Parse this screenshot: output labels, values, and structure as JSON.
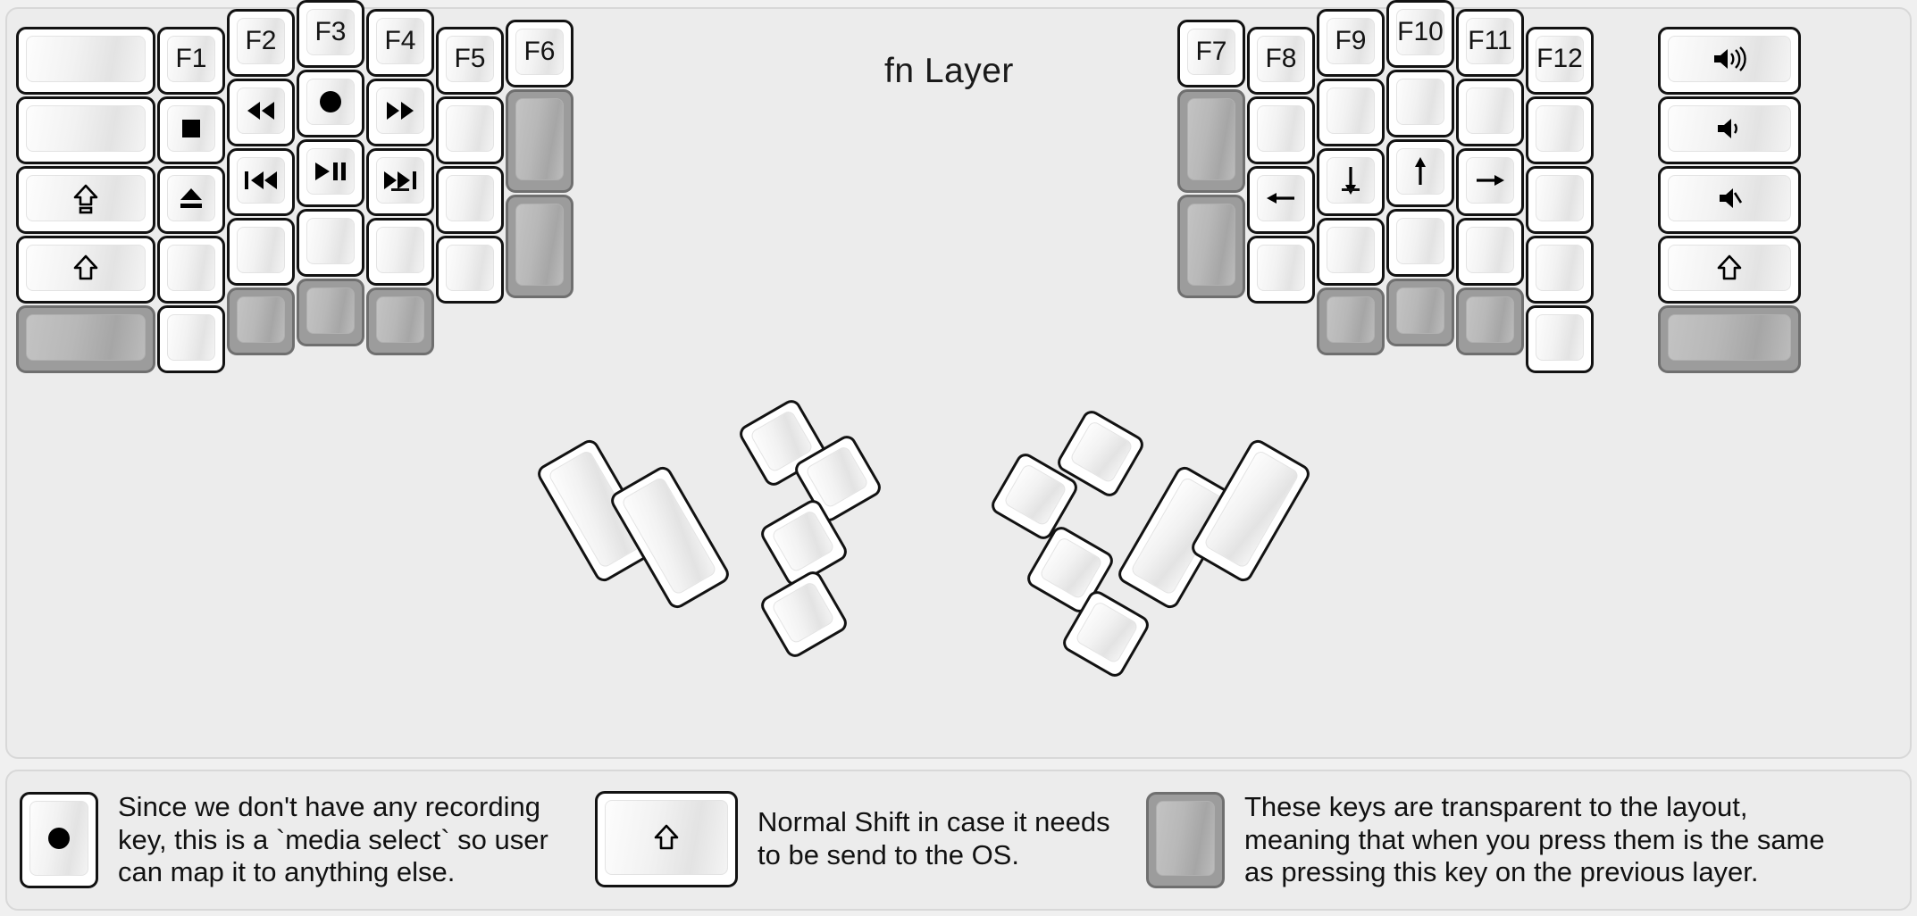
{
  "title": "fn Layer",
  "colors": {
    "background": "#f0f0f0",
    "panel": "#ececec",
    "key_face": "#ffffff",
    "key_outline": "#121212",
    "transparent_key": "#9c9c9c",
    "transparent_outline": "#6f6f6f",
    "text": "#111111"
  },
  "left_half": {
    "name": "left-keyboard-half",
    "columns": [
      {
        "name": "col-pinky-outer",
        "keys": [
          {
            "label": "",
            "icon": "",
            "type": "normal"
          },
          {
            "label": "",
            "icon": "",
            "type": "normal"
          },
          {
            "label": "",
            "icon": "caps-lock-icon",
            "type": "normal"
          },
          {
            "label": "",
            "icon": "shift-icon",
            "type": "normal"
          },
          {
            "label": "",
            "icon": "",
            "type": "transparent"
          }
        ]
      },
      {
        "name": "col-pinky",
        "keys": [
          {
            "label": "F1",
            "icon": "",
            "type": "normal"
          },
          {
            "label": "",
            "icon": "media-stop-icon",
            "type": "normal"
          },
          {
            "label": "",
            "icon": "media-eject-icon",
            "type": "normal"
          },
          {
            "label": "",
            "icon": "",
            "type": "normal"
          },
          {
            "label": "",
            "icon": "",
            "type": "normal"
          }
        ]
      },
      {
        "name": "col-ring",
        "keys": [
          {
            "label": "F2",
            "icon": "",
            "type": "normal"
          },
          {
            "label": "",
            "icon": "media-rewind-icon",
            "type": "normal"
          },
          {
            "label": "",
            "icon": "media-previous-icon",
            "type": "normal"
          },
          {
            "label": "",
            "icon": "",
            "type": "normal"
          },
          {
            "label": "",
            "icon": "",
            "type": "transparent"
          }
        ]
      },
      {
        "name": "col-middle",
        "keys": [
          {
            "label": "F3",
            "icon": "",
            "type": "normal"
          },
          {
            "label": "",
            "icon": "media-record-icon",
            "type": "normal"
          },
          {
            "label": "",
            "icon": "media-play-pause-icon",
            "type": "normal"
          },
          {
            "label": "",
            "icon": "",
            "type": "normal"
          },
          {
            "label": "",
            "icon": "",
            "type": "transparent"
          }
        ]
      },
      {
        "name": "col-index",
        "keys": [
          {
            "label": "F4",
            "icon": "",
            "type": "normal"
          },
          {
            "label": "",
            "icon": "media-fast-forward-icon",
            "type": "normal"
          },
          {
            "label": "",
            "icon": "media-next-icon",
            "type": "normal",
            "underline": true
          },
          {
            "label": "",
            "icon": "",
            "type": "normal"
          },
          {
            "label": "",
            "icon": "",
            "type": "transparent"
          }
        ]
      },
      {
        "name": "col-index-inner",
        "keys": [
          {
            "label": "F5",
            "icon": "",
            "type": "normal"
          },
          {
            "label": "",
            "icon": "",
            "type": "normal"
          },
          {
            "label": "",
            "icon": "",
            "type": "normal"
          },
          {
            "label": "",
            "icon": "",
            "type": "normal"
          }
        ]
      },
      {
        "name": "col-inner-extra",
        "keys": [
          {
            "label": "F6",
            "icon": "",
            "type": "normal"
          },
          {
            "label": "",
            "icon": "",
            "type": "transparent",
            "tall": true
          },
          {
            "label": "",
            "icon": "",
            "type": "transparent",
            "tall": true
          }
        ]
      }
    ],
    "thumb_cluster": {
      "name": "left-thumb-cluster",
      "keys": [
        {
          "label": "",
          "icon": "",
          "type": "normal",
          "size": "2u"
        },
        {
          "label": "",
          "icon": "",
          "type": "normal",
          "size": "2u"
        },
        {
          "label": "",
          "icon": "",
          "type": "normal",
          "size": "1u"
        },
        {
          "label": "",
          "icon": "",
          "type": "normal",
          "size": "1u"
        },
        {
          "label": "",
          "icon": "",
          "type": "normal",
          "size": "1u"
        },
        {
          "label": "",
          "icon": "",
          "type": "normal",
          "size": "1u"
        }
      ]
    }
  },
  "right_half": {
    "name": "right-keyboard-half",
    "columns": [
      {
        "name": "col-inner-extra",
        "keys": [
          {
            "label": "F7",
            "icon": "",
            "type": "normal"
          },
          {
            "label": "",
            "icon": "",
            "type": "transparent",
            "tall": true
          },
          {
            "label": "",
            "icon": "",
            "type": "transparent",
            "tall": true
          }
        ]
      },
      {
        "name": "col-index-inner",
        "keys": [
          {
            "label": "F8",
            "icon": "",
            "type": "normal"
          },
          {
            "label": "",
            "icon": "",
            "type": "normal"
          },
          {
            "label": "",
            "icon": "arrow-left-icon",
            "type": "normal"
          },
          {
            "label": "",
            "icon": "",
            "type": "normal"
          }
        ]
      },
      {
        "name": "col-index",
        "keys": [
          {
            "label": "F9",
            "icon": "",
            "type": "normal"
          },
          {
            "label": "",
            "icon": "",
            "type": "normal"
          },
          {
            "label": "",
            "icon": "arrow-down-icon",
            "type": "normal",
            "underline": true
          },
          {
            "label": "",
            "icon": "",
            "type": "normal"
          },
          {
            "label": "",
            "icon": "",
            "type": "transparent"
          }
        ]
      },
      {
        "name": "col-middle",
        "keys": [
          {
            "label": "F10",
            "icon": "",
            "type": "normal"
          },
          {
            "label": "",
            "icon": "",
            "type": "normal"
          },
          {
            "label": "",
            "icon": "arrow-up-icon",
            "type": "normal"
          },
          {
            "label": "",
            "icon": "",
            "type": "normal"
          },
          {
            "label": "",
            "icon": "",
            "type": "transparent"
          }
        ]
      },
      {
        "name": "col-ring",
        "keys": [
          {
            "label": "F11",
            "icon": "",
            "type": "normal"
          },
          {
            "label": "",
            "icon": "",
            "type": "normal"
          },
          {
            "label": "",
            "icon": "arrow-right-icon",
            "type": "normal"
          },
          {
            "label": "",
            "icon": "",
            "type": "normal"
          },
          {
            "label": "",
            "icon": "",
            "type": "transparent"
          }
        ]
      },
      {
        "name": "col-pinky",
        "keys": [
          {
            "label": "F12",
            "icon": "",
            "type": "normal"
          },
          {
            "label": "",
            "icon": "",
            "type": "normal"
          },
          {
            "label": "",
            "icon": "",
            "type": "normal"
          },
          {
            "label": "",
            "icon": "",
            "type": "normal"
          },
          {
            "label": "",
            "icon": "",
            "type": "normal"
          }
        ]
      },
      {
        "name": "col-pinky-outer",
        "keys": [
          {
            "label": "",
            "icon": "volume-up-icon",
            "type": "normal"
          },
          {
            "label": "",
            "icon": "volume-down-icon",
            "type": "normal"
          },
          {
            "label": "",
            "icon": "volume-mute-icon",
            "type": "normal"
          },
          {
            "label": "",
            "icon": "shift-icon",
            "type": "normal"
          },
          {
            "label": "",
            "icon": "",
            "type": "transparent"
          }
        ]
      }
    ],
    "thumb_cluster": {
      "name": "right-thumb-cluster",
      "keys": [
        {
          "label": "",
          "icon": "",
          "type": "normal",
          "size": "1u"
        },
        {
          "label": "",
          "icon": "",
          "type": "normal",
          "size": "1u"
        },
        {
          "label": "",
          "icon": "",
          "type": "normal",
          "size": "1u"
        },
        {
          "label": "",
          "icon": "",
          "type": "normal",
          "size": "1u"
        },
        {
          "label": "",
          "icon": "",
          "type": "normal",
          "size": "2u"
        },
        {
          "label": "",
          "icon": "",
          "type": "normal",
          "size": "2u"
        }
      ]
    }
  },
  "legend": {
    "items": [
      {
        "name": "legend-record-key",
        "icon": "media-record-icon",
        "key_type": "normal",
        "text": "Since we don't have any recording\nkey, this is a `media select` so user\ncan map it to anything else."
      },
      {
        "name": "legend-shift-key",
        "icon": "shift-icon",
        "key_type": "normal",
        "text": "Normal Shift in case it needs\nto be send to the OS."
      },
      {
        "name": "legend-transparent-key",
        "icon": "",
        "key_type": "transparent",
        "text": "These keys are transparent to the layout,\nmeaning that when you press them is the same\nas pressing this key on the previous layer."
      }
    ]
  }
}
